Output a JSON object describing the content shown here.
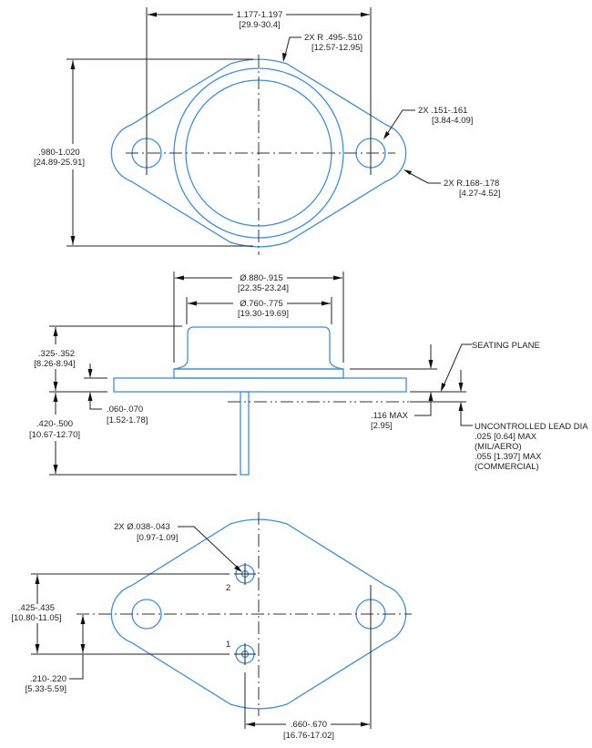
{
  "drawing": {
    "title": "TO-3 package outline",
    "colors": {
      "outline": "#3b8ee8",
      "dimension": "#222222"
    },
    "top_view": {
      "overall_width": {
        "inch": "1.177-1.197",
        "mm": "[29.9-30.4]"
      },
      "body_radius": {
        "inch": "2X R .495-.510",
        "mm": "[12.57-12.95]"
      },
      "mount_hole": {
        "inch": "2X .151-.161",
        "mm": "[3.84-4.09]"
      },
      "tab_radius": {
        "inch": "2X R.168-.178",
        "mm": "[4.27-4.52]"
      },
      "overall_height": {
        "inch": ".980-1.020",
        "mm": "[24.89-25.91]"
      }
    },
    "side_view": {
      "outer_diameter": {
        "inch": "Ø.880-.915",
        "mm": "[22.35-23.24]"
      },
      "cap_diameter": {
        "inch": "Ø.760-.775",
        "mm": "[19.30-19.69]"
      },
      "body_height": {
        "inch": ".325-.352",
        "mm": "[8.26-8.94]"
      },
      "flange_thickness": {
        "inch": ".060-.070",
        "mm": "[1.52-1.78]"
      },
      "lead_length": {
        "inch": ".420-.500",
        "mm": "[10.67-12.70]"
      },
      "seating_plane": "SEATING PLANE",
      "lead_offset": {
        "inch": ".116   MAX",
        "mm": "[2.95]"
      },
      "lead_note": {
        "title": "UNCONTROLLED LEAD DIA",
        "line1": ".025 [0.64] MAX",
        "line2": "(MIL/AERO)",
        "line3": ".055 [1.397] MAX",
        "line4": "(COMMERCIAL)"
      }
    },
    "bottom_view": {
      "pin_diameter": {
        "inch": "2X Ø.038-.043",
        "mm": "[0.97-1.09]"
      },
      "pin_spacing": {
        "inch": ".425-.435",
        "mm": "[10.80-11.05]"
      },
      "pin_offset": {
        "inch": ".210-.220",
        "mm": "[5.33-5.59]"
      },
      "hole_to_pin": {
        "inch": ".660-.670",
        "mm": "[16.76-17.02]"
      },
      "pin_labels": {
        "pin1": "1",
        "pin2": "2"
      }
    }
  }
}
